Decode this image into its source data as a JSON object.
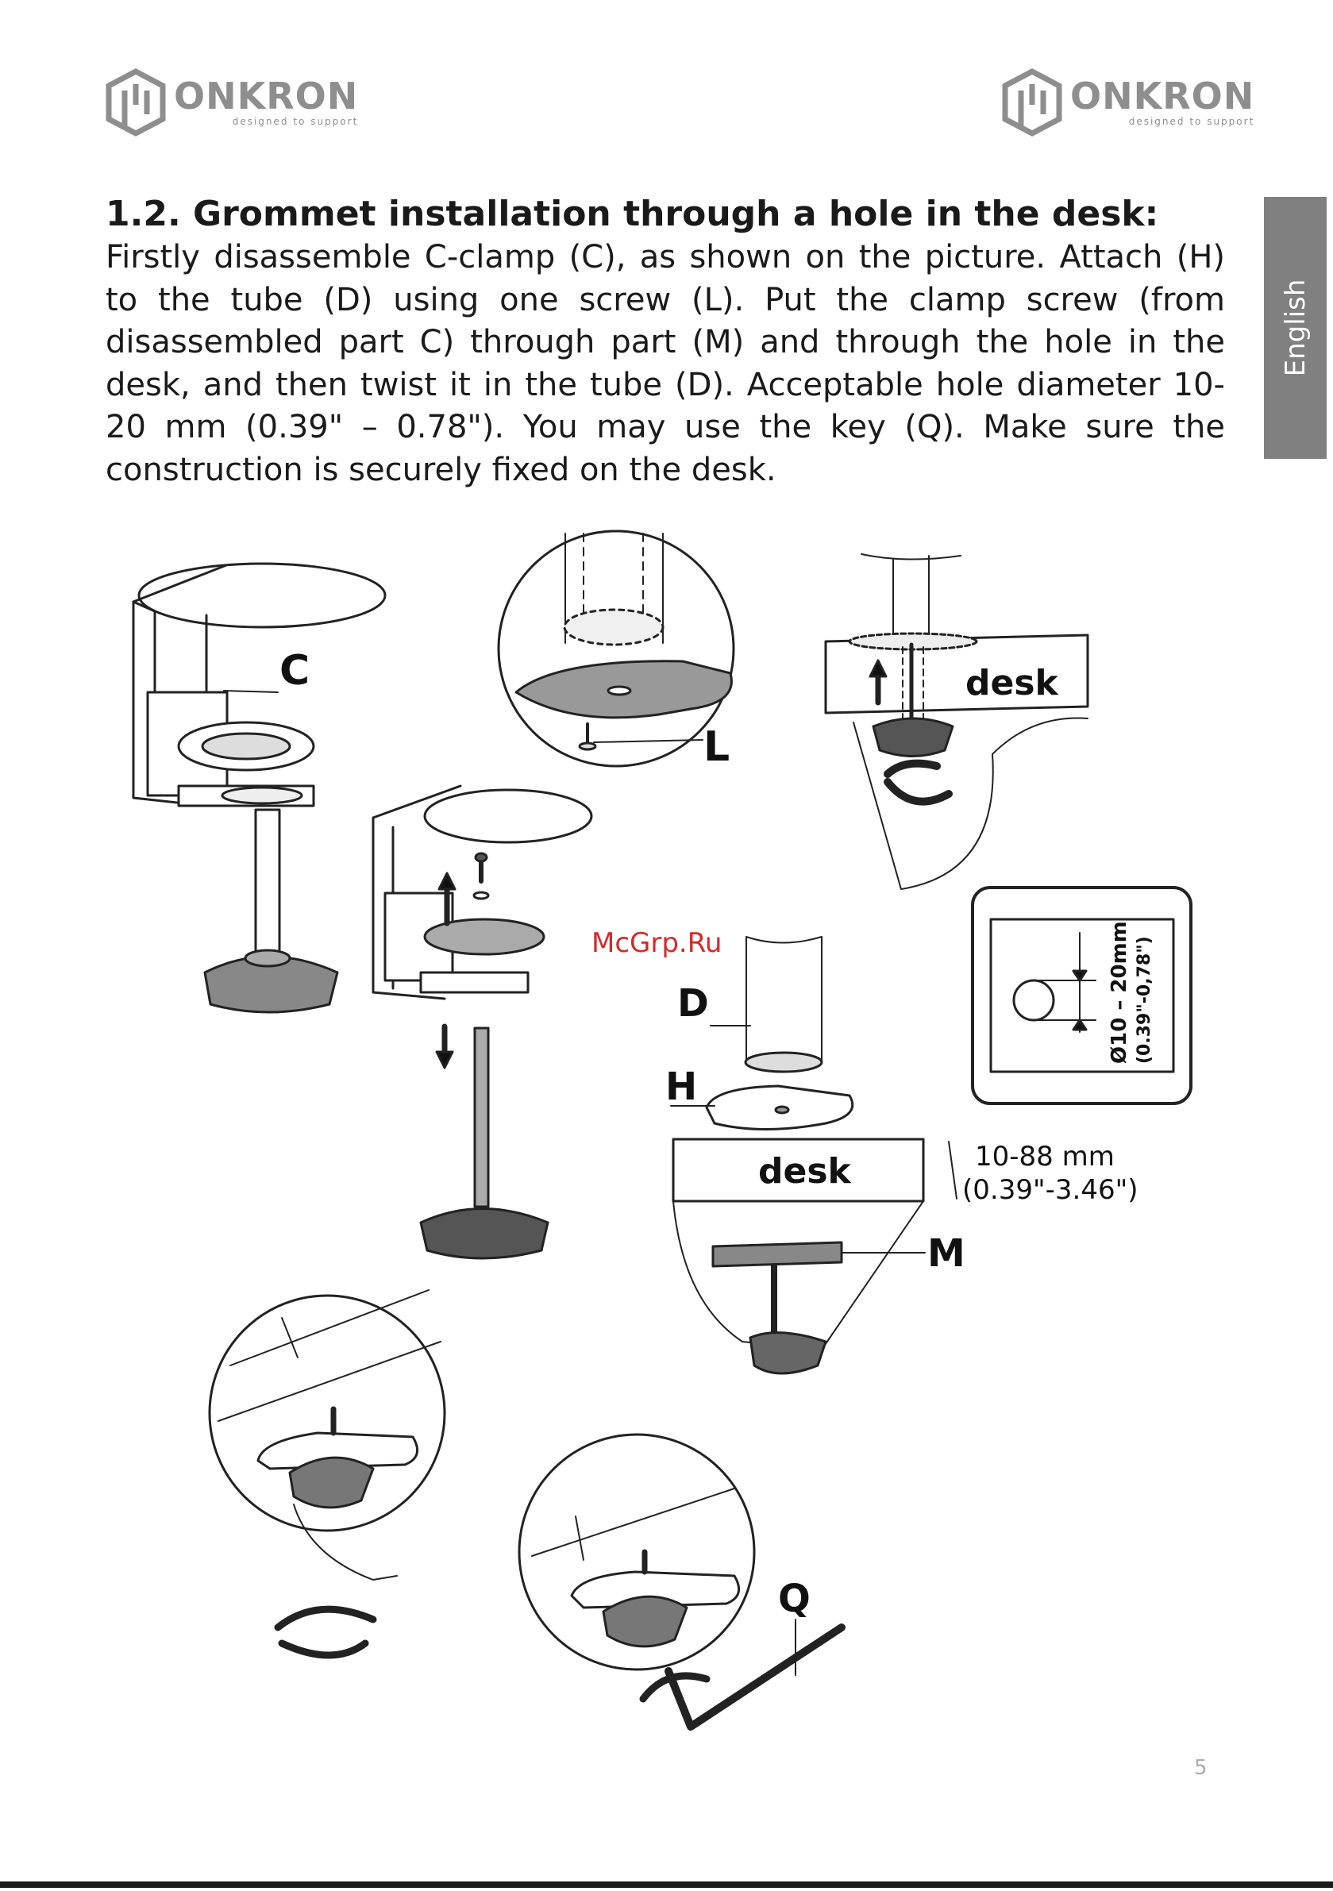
{
  "header": {
    "brand_name": "ONKRON",
    "brand_tagline": "designed to support"
  },
  "side_tab": {
    "language": "English"
  },
  "section": {
    "heading": "1.2. Grommet installation through a hole in the desk:",
    "body": "Firstly disassemble C-clamp (C), as shown on the picture. Attach (H) to the tube (D) using one screw (L). Put the clamp screw (from disassembled part C) through part (M) and through the hole in the desk, and then twist it in the tube (D). Acceptable hole diameter 10-20 mm (0.39\" – 0.78\"). You may use the key (Q). Make sure the construction is securely fixed on the desk."
  },
  "illustration": {
    "labels": {
      "c": "C",
      "l": "L",
      "d": "D",
      "h": "H",
      "m": "M",
      "q": "Q"
    },
    "desk_label": "desk",
    "hole_diameter_mm": "Ø10 – 20mm",
    "hole_diameter_in": "(0.39\"-0,78\")",
    "desk_thickness_mm": "10-88 mm",
    "desk_thickness_in": "(0.39\"-3.46\")"
  },
  "watermark": "McGrp.Ru",
  "page_number": "5"
}
